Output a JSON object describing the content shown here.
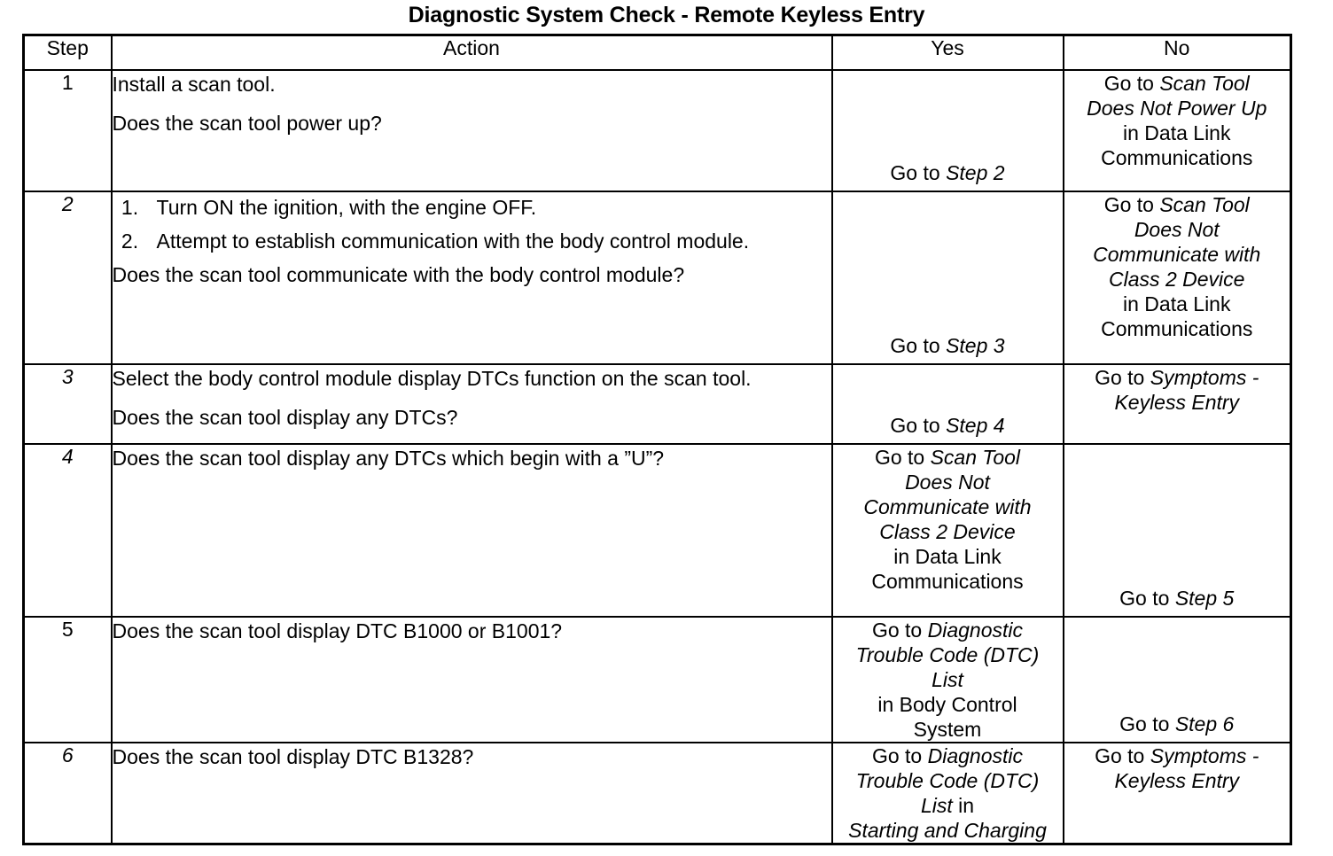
{
  "document": {
    "title": "Diagnostic System Check - Remote Keyless Entry"
  },
  "table": {
    "headers": {
      "step": "Step",
      "action": "Action",
      "yes": "Yes",
      "no": "No"
    },
    "rows": [
      {
        "step": "1",
        "action": {
          "lines": [
            "Install a scan tool.",
            "Does the scan tool power up?"
          ]
        },
        "yes": {
          "bottom_lines": [
            {
              "text": "Go to ",
              "style": "upright"
            },
            {
              "text": "Step 2",
              "style": "italic"
            }
          ]
        },
        "no": {
          "top_lines": [
            {
              "text": "Go to ",
              "style": "upright"
            },
            {
              "text": "Scan Tool",
              "style": "italic"
            },
            {
              "text": "Does Not Power Up",
              "style": "italic"
            },
            {
              "text": "in Data Link",
              "style": "upright"
            },
            {
              "text": "Communications",
              "style": "upright"
            }
          ]
        }
      },
      {
        "step": "2",
        "action": {
          "ordered": [
            "Turn ON the ignition, with the engine OFF.",
            "Attempt to establish communication with the body control module."
          ],
          "question": "Does the scan tool communicate with the body control module?"
        },
        "yes": {
          "bottom_lines": [
            {
              "text": "Go to ",
              "style": "upright"
            },
            {
              "text": "Step 3",
              "style": "italic"
            }
          ]
        },
        "no": {
          "top_lines": [
            {
              "text": "Go to ",
              "style": "upright"
            },
            {
              "text": "Scan Tool",
              "style": "italic"
            },
            {
              "text": "Does Not",
              "style": "italic"
            },
            {
              "text": "Communicate with",
              "style": "italic"
            },
            {
              "text": "Class 2 Device",
              "style": "italic"
            },
            {
              "text": "in Data Link",
              "style": "upright"
            },
            {
              "text": "Communications",
              "style": "upright"
            }
          ]
        }
      },
      {
        "step": "3",
        "action": {
          "lines": [
            "Select the body control module display DTCs function on the scan tool.",
            "Does the scan tool display any DTCs?"
          ]
        },
        "yes": {
          "bottom_lines": [
            {
              "text": "Go to ",
              "style": "upright"
            },
            {
              "text": "Step 4",
              "style": "italic"
            }
          ]
        },
        "no": {
          "top_lines": [
            {
              "text": "Go to ",
              "style": "upright"
            },
            {
              "text": "Symptoms -",
              "style": "italic"
            },
            {
              "text": "Keyless Entry",
              "style": "italic"
            }
          ]
        }
      },
      {
        "step": "4",
        "action": {
          "lines": [
            "Does the scan tool display any DTCs which begin with a ”U”?"
          ]
        },
        "yes": {
          "top_lines": [
            {
              "text": "Go to ",
              "style": "upright"
            },
            {
              "text": "Scan Tool",
              "style": "italic"
            },
            {
              "text": "Does Not",
              "style": "italic"
            },
            {
              "text": "Communicate with",
              "style": "italic"
            },
            {
              "text": "Class 2 Device",
              "style": "italic"
            },
            {
              "text": "in Data Link",
              "style": "upright"
            },
            {
              "text": "Communications",
              "style": "upright"
            }
          ]
        },
        "no": {
          "bottom_lines": [
            {
              "text": "Go to ",
              "style": "upright"
            },
            {
              "text": "Step 5",
              "style": "italic"
            }
          ]
        }
      },
      {
        "step": "5",
        "action": {
          "lines": [
            "Does the scan tool display DTC B1000 or B1001?"
          ]
        },
        "yes": {
          "top_lines": [
            {
              "text": "Go to ",
              "style": "upright"
            },
            {
              "text": "Diagnostic",
              "style": "italic"
            },
            {
              "text": "Trouble Code (DTC)",
              "style": "italic"
            },
            {
              "text": "List",
              "style": "italic"
            },
            {
              "text": "in Body Control",
              "style": "upright"
            },
            {
              "text": "System",
              "style": "upright"
            }
          ]
        },
        "no": {
          "bottom_lines": [
            {
              "text": "Go to ",
              "style": "upright"
            },
            {
              "text": "Step 6",
              "style": "italic"
            }
          ]
        }
      },
      {
        "step": "6",
        "action": {
          "lines": [
            "Does the scan tool display DTC B1328?"
          ]
        },
        "yes": {
          "top_lines": [
            {
              "text": "Go to ",
              "style": "upright"
            },
            {
              "text": "Diagnostic",
              "style": "italic"
            },
            {
              "text": "Trouble Code (DTC)",
              "style": "italic"
            },
            {
              "text": "List in",
              "style": "italic-mixed"
            },
            {
              "text": "Starting and Charging",
              "style": "italic"
            }
          ]
        },
        "no": {
          "top_lines": [
            {
              "text": "Go to ",
              "style": "upright"
            },
            {
              "text": "Symptoms -",
              "style": "italic"
            },
            {
              "text": "Keyless Entry",
              "style": "italic"
            }
          ]
        }
      }
    ]
  },
  "colors": {
    "ink": "#000000",
    "paper": "#ffffff"
  }
}
